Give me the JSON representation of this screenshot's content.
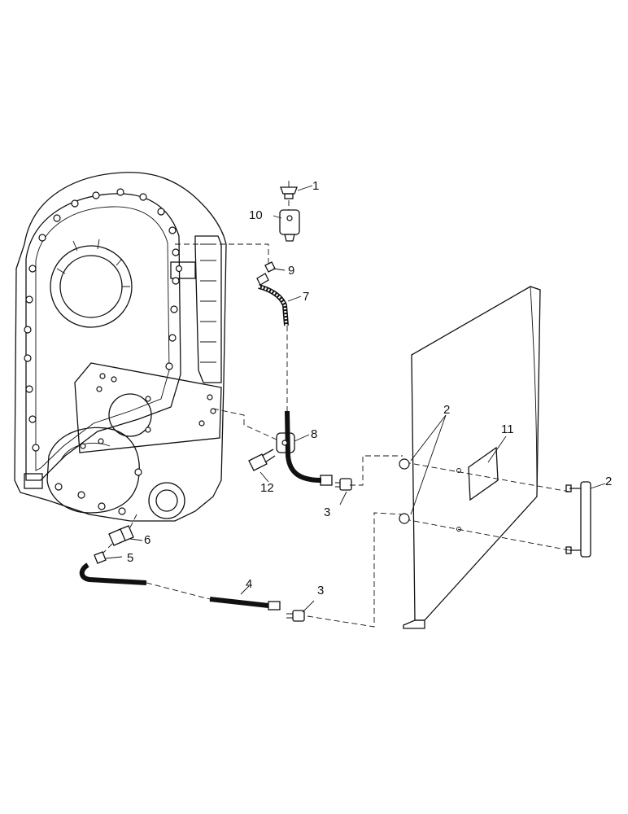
{
  "diagram": {
    "type": "exploded-parts-view",
    "callouts": [
      "1",
      "2",
      "2",
      "2",
      "3",
      "3",
      "4",
      "5",
      "6",
      "7",
      "8",
      "9",
      "10",
      "11",
      "12"
    ]
  }
}
